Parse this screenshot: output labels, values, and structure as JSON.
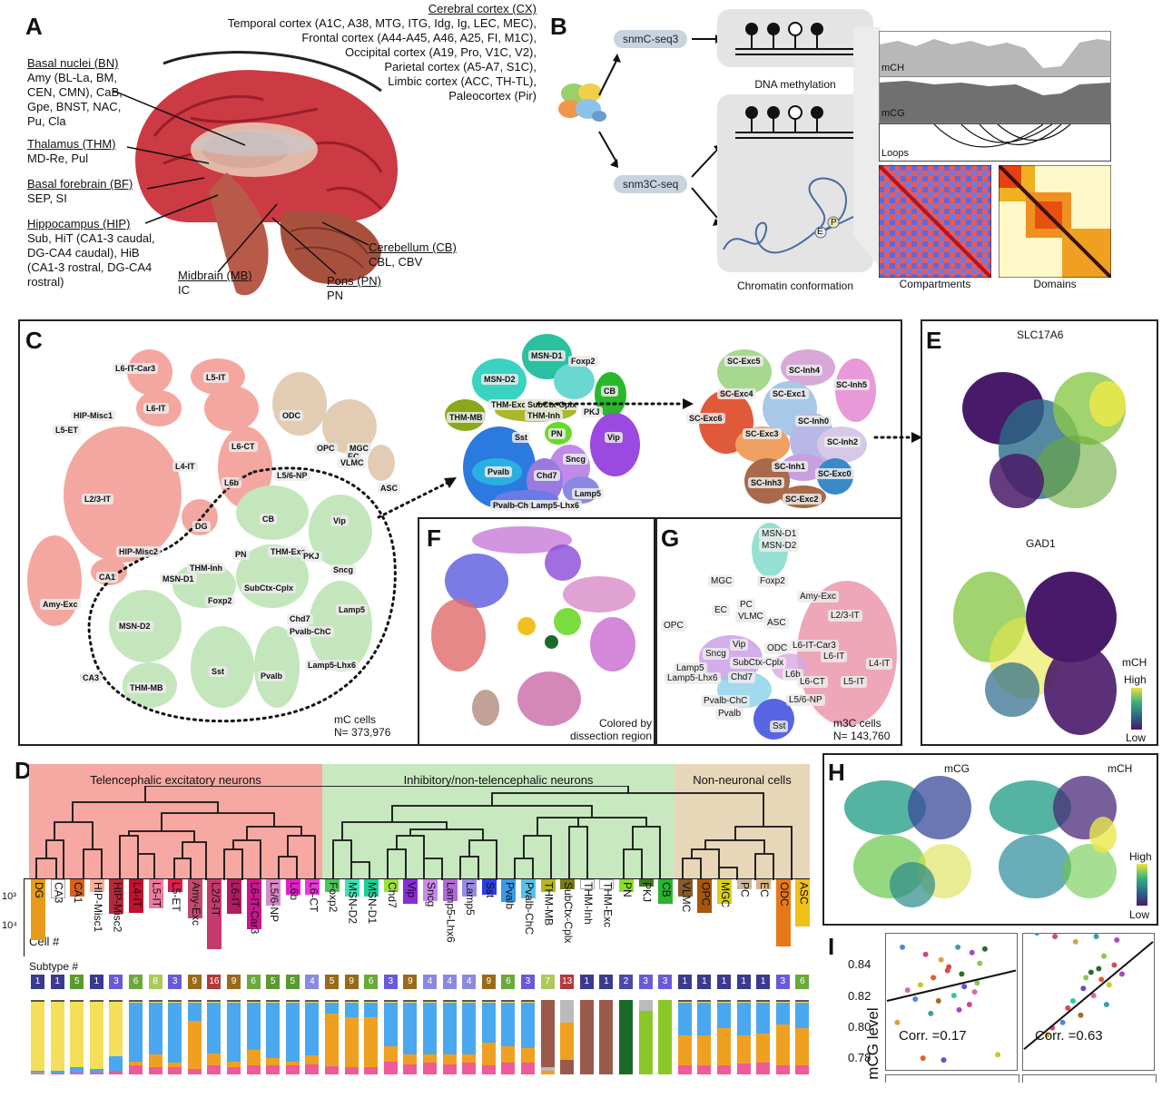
{
  "panels": {
    "A": "A",
    "B": "B",
    "C": "C",
    "D": "D",
    "E": "E",
    "F": "F",
    "G": "G",
    "H": "H",
    "I": "I"
  },
  "panelA": {
    "cx_title": "Cerebral cortex (CX)",
    "cx_lines": [
      "Temporal cortex (A1C, A38, MTG, ITG, Idg, Ig, LEC, MEC),",
      "Frontal cortex (A44-A45, A46, A25, FI, M1C),",
      "Occipital cortex (A19, Pro, V1C, V2),",
      "Parietal cortex (A5-A7, S1C),",
      "Limbic cortex (ACC, TH-TL),",
      "Paleocortex (Pir)"
    ],
    "bn_title": "Basal nuclei (BN)",
    "bn_lines": [
      "Amy (BL-La, BM,",
      "CEN, CMN), CaB,",
      "Gpe, BNST, NAC,",
      "Pu, Cla"
    ],
    "thm_title": "Thalamus (THM)",
    "thm_lines": [
      "MD-Re, Pul"
    ],
    "bf_title": "Basal forebrain (BF)",
    "bf_lines": [
      "SEP, SI"
    ],
    "hip_title": "Hippocampus (HIP)",
    "hip_lines": [
      "Sub, HiT (CA1-3 caudal,",
      "DG-CA4 caudal), HiB",
      "(CA1-3 rostral, DG-CA4",
      "rostral)"
    ],
    "mb_title": "Midbrain (MB)",
    "mb_lines": [
      "IC"
    ],
    "pons_title": "Pons (PN)",
    "pons_lines": [
      "PN"
    ],
    "cb_title": "Cerebellum (CB)",
    "cb_lines": [
      "CBL, CBV"
    ]
  },
  "panelB": {
    "assay1": "snmC-seq3",
    "assay2": "snm3C-seq",
    "card1": "DNA methylation",
    "card2": "Chromatin conformation",
    "track_mch": "mCH",
    "track_mcg": "mCG",
    "track_loops": "Loops",
    "hm1": "Compartments",
    "hm2": "Domains",
    "e_label": "E",
    "p_label": "P"
  },
  "panelC": {
    "footer1": "mC cells",
    "footer2": "N= 373,976",
    "labels": [
      "L6-IT-Car3",
      "L5-IT",
      "HIP-Misc1",
      "L6-IT",
      "L5-ET",
      "ODC",
      "L6-CT",
      "OPC",
      "MGC",
      "EC",
      "VLMC",
      "L4-IT",
      "L6b",
      "L5/6-NP",
      "L2/3-IT",
      "ASC",
      "CB",
      "Vip",
      "DG",
      "PN",
      "THM-Exc",
      "PKJ",
      "HIP-Misc2",
      "THM-Inh",
      "Sncg",
      "CA1",
      "MSN-D1",
      "SubCtx-Cplx",
      "Foxp2",
      "Lamp5",
      "Chd7",
      "Amy-Exc",
      "Pvalb-ChC",
      "MSN-D2",
      "Lamp5-Lhx6",
      "CA3",
      "Sst",
      "Pvalb",
      "THM-MB"
    ],
    "inh_labels": [
      "MSN-D1",
      "Foxp2",
      "MSN-D2",
      "CB",
      "THM-Exc",
      "SubCtx-Cplx",
      "THM-MB",
      "THM-Inh",
      "PKJ",
      "PN",
      "Sst",
      "Vip",
      "Sncg",
      "Pvalb",
      "Chd7",
      "Lamp5",
      "Pvalb-ChC",
      "Lamp5-Lhx6"
    ],
    "sc_labels": [
      "SC-Exc5",
      "SC-Inh4",
      "SC-Exc4",
      "SC-Exc1",
      "SC-Inh5",
      "SC-Exc6",
      "SC-Inh0",
      "SC-Exc3",
      "SC-Inh2",
      "SC-Inh1",
      "SC-Exc0",
      "SC-Inh3",
      "SC-Exc2"
    ]
  },
  "panelE": {
    "g1": "SLC17A6",
    "g2": "GAD1",
    "legend_title": "mCH",
    "high": "High",
    "low": "Low"
  },
  "panelF": {
    "caption1": "Colored by",
    "caption2": "dissection region"
  },
  "panelG": {
    "footer1": "m3C cells",
    "footer2": "N= 143,760",
    "labels": [
      "MSN-D1",
      "MSN-D2",
      "MGC",
      "Foxp2",
      "EC",
      "PC",
      "VLMC",
      "ASC",
      "Amy-Exc",
      "L2/3-IT",
      "OPC",
      "Vip",
      "ODC",
      "L6-IT-Car3",
      "Sncg",
      "SubCtx-Cplx",
      "L6-IT",
      "L4-IT",
      "Lamp5",
      "Lamp5-Lhx6",
      "Chd7",
      "L6b",
      "L6-CT",
      "L5-IT",
      "L5/6-NP",
      "Pvalb-ChC",
      "Pvalb",
      "Sst"
    ]
  },
  "panelD": {
    "group1": "Telencephalic excitatory neurons",
    "group2": "Inhibitory/non-telencephalic neurons",
    "group3": "Non-neuronal cells",
    "axis_top": "10³",
    "axis_bottom": "10⁴",
    "cell_label": "Cell #",
    "subtype_label": "Subtype #",
    "celltypes": [
      "DG",
      "CA3",
      "CA1",
      "HIP-Misc1",
      "HIP-Misc2",
      "L4-IT",
      "L5-IT",
      "L5-ET",
      "Amy-Exc",
      "L2/3-IT",
      "L6-IT",
      "L6-IT-Car3",
      "L5/6-NP",
      "L6b",
      "L6-CT",
      "Foxp2",
      "MSN-D2",
      "MSN-D1",
      "Chd7",
      "Vip",
      "Sncg",
      "Lamp5-Lhx6",
      "Lamp5",
      "Sst",
      "Pvalb",
      "Pvalb-ChC",
      "THM-MB",
      "SubCtx-Cplx",
      "THM-Inh",
      "THM-Exc",
      "PN",
      "PKJ",
      "CB",
      "VLMC",
      "OPC",
      "MGC",
      "PC",
      "EC",
      "ODC",
      "ASC"
    ],
    "colors": [
      "#e69b1a",
      "#ffffff",
      "#d6611c",
      "#f2b49b",
      "#b52a3a",
      "#c2102f",
      "#f07a9d",
      "#d8204d",
      "#c04a6e",
      "#c43a6c",
      "#b21c64",
      "#c9168c",
      "#d88ac9",
      "#e31ec8",
      "#e83ad8",
      "#4ac45a",
      "#3ee0b8",
      "#18d09a",
      "#9cdf3c",
      "#8a2ad8",
      "#c98ae8",
      "#b06ad8",
      "#9a8ae6",
      "#2a3ee0",
      "#3a9ae6",
      "#5ac0e8",
      "#b6b61e",
      "#7a7a1a",
      "#ffffff",
      "#ffffff",
      "#8cdc2e",
      "#3a7a1a",
      "#28b42e",
      "#8a5a2a",
      "#a8560e",
      "#d8d01a",
      "#c8b8a0",
      "#d8b488",
      "#e6781a",
      "#f0c01a"
    ],
    "cell_counts": [
      6200,
      1400,
      1300,
      1100,
      2400,
      2300,
      2000,
      1100,
      2800,
      8500,
      2400,
      4200,
      1800,
      1200,
      1200,
      1100,
      1300,
      1300,
      1100,
      1700,
      1500,
      1500,
      1300,
      1200,
      1600,
      1400,
      1100,
      1000,
      1000,
      1000,
      1100,
      700,
      1700,
      1300,
      2300,
      1700,
      1000,
      1000,
      7800,
      3800
    ],
    "subtype_counts": [
      "1",
      "1",
      "5",
      "1",
      "3",
      "6",
      "8",
      "3",
      "9",
      "16",
      "9",
      "6",
      "5",
      "5",
      "4",
      "5",
      "9",
      "6",
      "3",
      "9",
      "4",
      "4",
      "4",
      "9",
      "6",
      "3",
      "7",
      "13",
      "1",
      "1",
      "2",
      "3",
      "3",
      "1",
      "1",
      "1",
      "1",
      "1",
      "3",
      "6"
    ],
    "subtype_colors": [
      "#3a3a8e",
      "#3a3a8e",
      "#5a9a2e",
      "#3a3a8e",
      "#6a5ad8",
      "#6aaa3a",
      "#aaca5a",
      "#6a5ad8",
      "#9a6a1a",
      "#b03a3a",
      "#9a6a1a",
      "#6aaa3a",
      "#5a9a2e",
      "#5a9a2e",
      "#8a8ae0",
      "#9a6a1a",
      "#9a6a1a",
      "#6aaa3a",
      "#6a5ad8",
      "#9a6a1a",
      "#8a8ae0",
      "#8a8ae0",
      "#8a8ae0",
      "#9a6a1a",
      "#6aaa3a",
      "#6a5ad8",
      "#aaca5a",
      "#b03a3a",
      "#3a3a8e",
      "#3a3a8e",
      "#4a4aa8",
      "#6a5ad8",
      "#6a5ad8",
      "#3a3a8e",
      "#3a3a8e",
      "#3a3a8e",
      "#3a3a8e",
      "#3a3a8e",
      "#6a5ad8",
      "#6aaa3a"
    ]
  },
  "panelH": {
    "t1": "mCG",
    "t2": "mCH",
    "high": "High",
    "low": "Low"
  },
  "chart_data": {
    "type": "scatter",
    "ylabel": "mCG level",
    "yticks": [
      "0.84",
      "0.82",
      "0.80",
      "0.78"
    ],
    "ylim": [
      0.775,
      0.85
    ],
    "panels": [
      {
        "corr_text": "Corr. =0.17",
        "points": [
          {
            "x": 0.12,
            "y": 0.843
          },
          {
            "x": 0.3,
            "y": 0.839
          },
          {
            "x": 0.42,
            "y": 0.836
          },
          {
            "x": 0.55,
            "y": 0.843
          },
          {
            "x": 0.66,
            "y": 0.84
          },
          {
            "x": 0.72,
            "y": 0.834
          },
          {
            "x": 0.48,
            "y": 0.832
          },
          {
            "x": 0.58,
            "y": 0.828
          },
          {
            "x": 0.36,
            "y": 0.826
          },
          {
            "x": 0.26,
            "y": 0.822
          },
          {
            "x": 0.6,
            "y": 0.821
          },
          {
            "x": 0.68,
            "y": 0.818
          },
          {
            "x": 0.52,
            "y": 0.816
          },
          {
            "x": 0.4,
            "y": 0.813
          },
          {
            "x": 0.22,
            "y": 0.814
          },
          {
            "x": 0.64,
            "y": 0.811
          },
          {
            "x": 0.08,
            "y": 0.801
          },
          {
            "x": 0.34,
            "y": 0.806
          },
          {
            "x": 0.56,
            "y": 0.808
          },
          {
            "x": 0.7,
            "y": 0.823
          },
          {
            "x": 0.47,
            "y": 0.83
          },
          {
            "x": 0.76,
            "y": 0.842
          },
          {
            "x": 0.28,
            "y": 0.781
          },
          {
            "x": 0.86,
            "y": 0.783
          },
          {
            "x": 0.44,
            "y": 0.78
          },
          {
            "x": 0.16,
            "y": 0.819
          }
        ],
        "fit": [
          [
            0.0,
            0.813
          ],
          [
            1.0,
            0.83
          ]
        ]
      },
      {
        "corr_text": "Corr. =0.63",
        "points": [
          {
            "x": 0.1,
            "y": 0.851
          },
          {
            "x": 0.24,
            "y": 0.849
          },
          {
            "x": 0.4,
            "y": 0.846
          },
          {
            "x": 0.56,
            "y": 0.849
          },
          {
            "x": 0.72,
            "y": 0.847
          },
          {
            "x": 0.62,
            "y": 0.838
          },
          {
            "x": 0.7,
            "y": 0.833
          },
          {
            "x": 0.52,
            "y": 0.829
          },
          {
            "x": 0.6,
            "y": 0.825
          },
          {
            "x": 0.66,
            "y": 0.822
          },
          {
            "x": 0.46,
            "y": 0.82
          },
          {
            "x": 0.54,
            "y": 0.816
          },
          {
            "x": 0.38,
            "y": 0.813
          },
          {
            "x": 0.44,
            "y": 0.805
          },
          {
            "x": 0.3,
            "y": 0.801
          },
          {
            "x": 0.22,
            "y": 0.798
          },
          {
            "x": 0.18,
            "y": 0.794
          },
          {
            "x": 0.64,
            "y": 0.811
          },
          {
            "x": 0.76,
            "y": 0.828
          },
          {
            "x": 0.48,
            "y": 0.826
          },
          {
            "x": 0.34,
            "y": 0.809
          },
          {
            "x": 0.58,
            "y": 0.831
          }
        ],
        "fit": [
          [
            0.0,
            0.786
          ],
          [
            1.0,
            0.846
          ]
        ]
      }
    ],
    "point_colors": [
      "#4a8ad8",
      "#c84a8a",
      "#e0a03a",
      "#3aa0a0",
      "#a84ac8",
      "#8ac84a",
      "#d84a4a",
      "#2a6a2a",
      "#e0602a",
      "#c8c82a",
      "#6a4ad8",
      "#d86aa8",
      "#2ac8a8",
      "#a86a2a"
    ]
  }
}
